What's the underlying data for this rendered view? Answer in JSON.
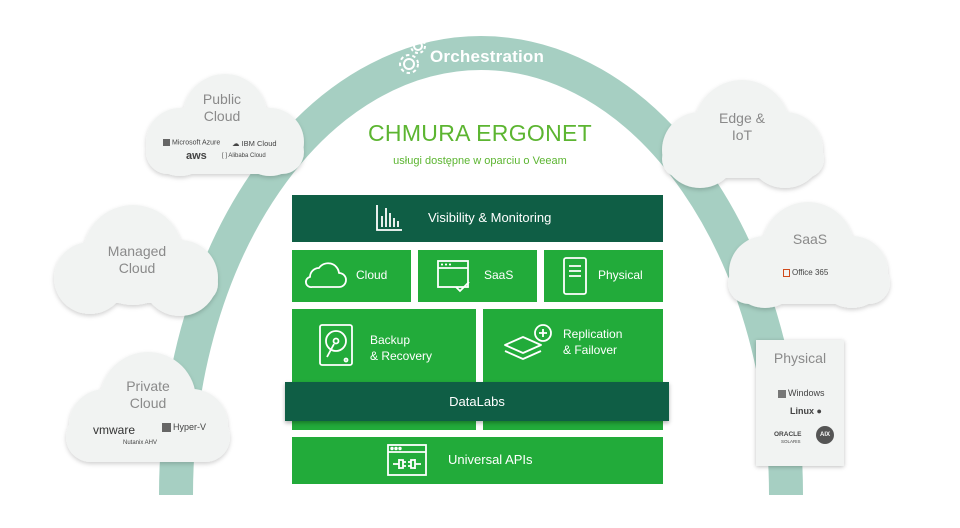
{
  "header": {
    "orchestration": "Orchestration",
    "title": "CHMURA ERGONET",
    "subtitle": "usługi dostępne w oparciu o Veeam"
  },
  "clouds": {
    "public": {
      "label": "Public\nCloud",
      "brands": [
        "Microsoft Azure",
        "IBM Cloud",
        "aws",
        "Alibaba Cloud"
      ]
    },
    "managed": {
      "label": "Managed\nCloud"
    },
    "private": {
      "label": "Private\nCloud",
      "brands": [
        "vmware",
        "Hyper-V",
        "Nutanix AHV"
      ]
    },
    "edge": {
      "label": "Edge &\nIoT"
    },
    "saas": {
      "label": "SaaS",
      "brands": [
        "Office 365"
      ]
    }
  },
  "physical_box": {
    "label": "Physical",
    "brands": [
      "Windows",
      "Linux",
      "ORACLE",
      "SOLARIS",
      "AIX"
    ]
  },
  "blocks": {
    "visibility": "Visibility  & Monitoring",
    "cloud": "Cloud",
    "saas": "SaaS",
    "physical": "Physical",
    "backup": "Backup\n& Recovery",
    "replication": "Replication\n& Failover",
    "datalabs": "DataLabs",
    "apis": "Universal APIs"
  },
  "colors": {
    "arc": "#a6cfc2",
    "green": "#22ab3a",
    "dark_green": "#0f5e45",
    "title_green": "#5cb531",
    "cloud_fill": "#f1f3f2",
    "cloud_text": "#8a8a8a"
  },
  "icons": {
    "orchestration": "gears-icon",
    "visibility": "bar-chart-icon",
    "cloud": "cloud-outline-icon",
    "saas": "browser-check-icon",
    "physical": "server-icon",
    "backup": "hard-disk-icon",
    "replication": "layers-plus-icon",
    "apis": "plug-window-icon"
  }
}
